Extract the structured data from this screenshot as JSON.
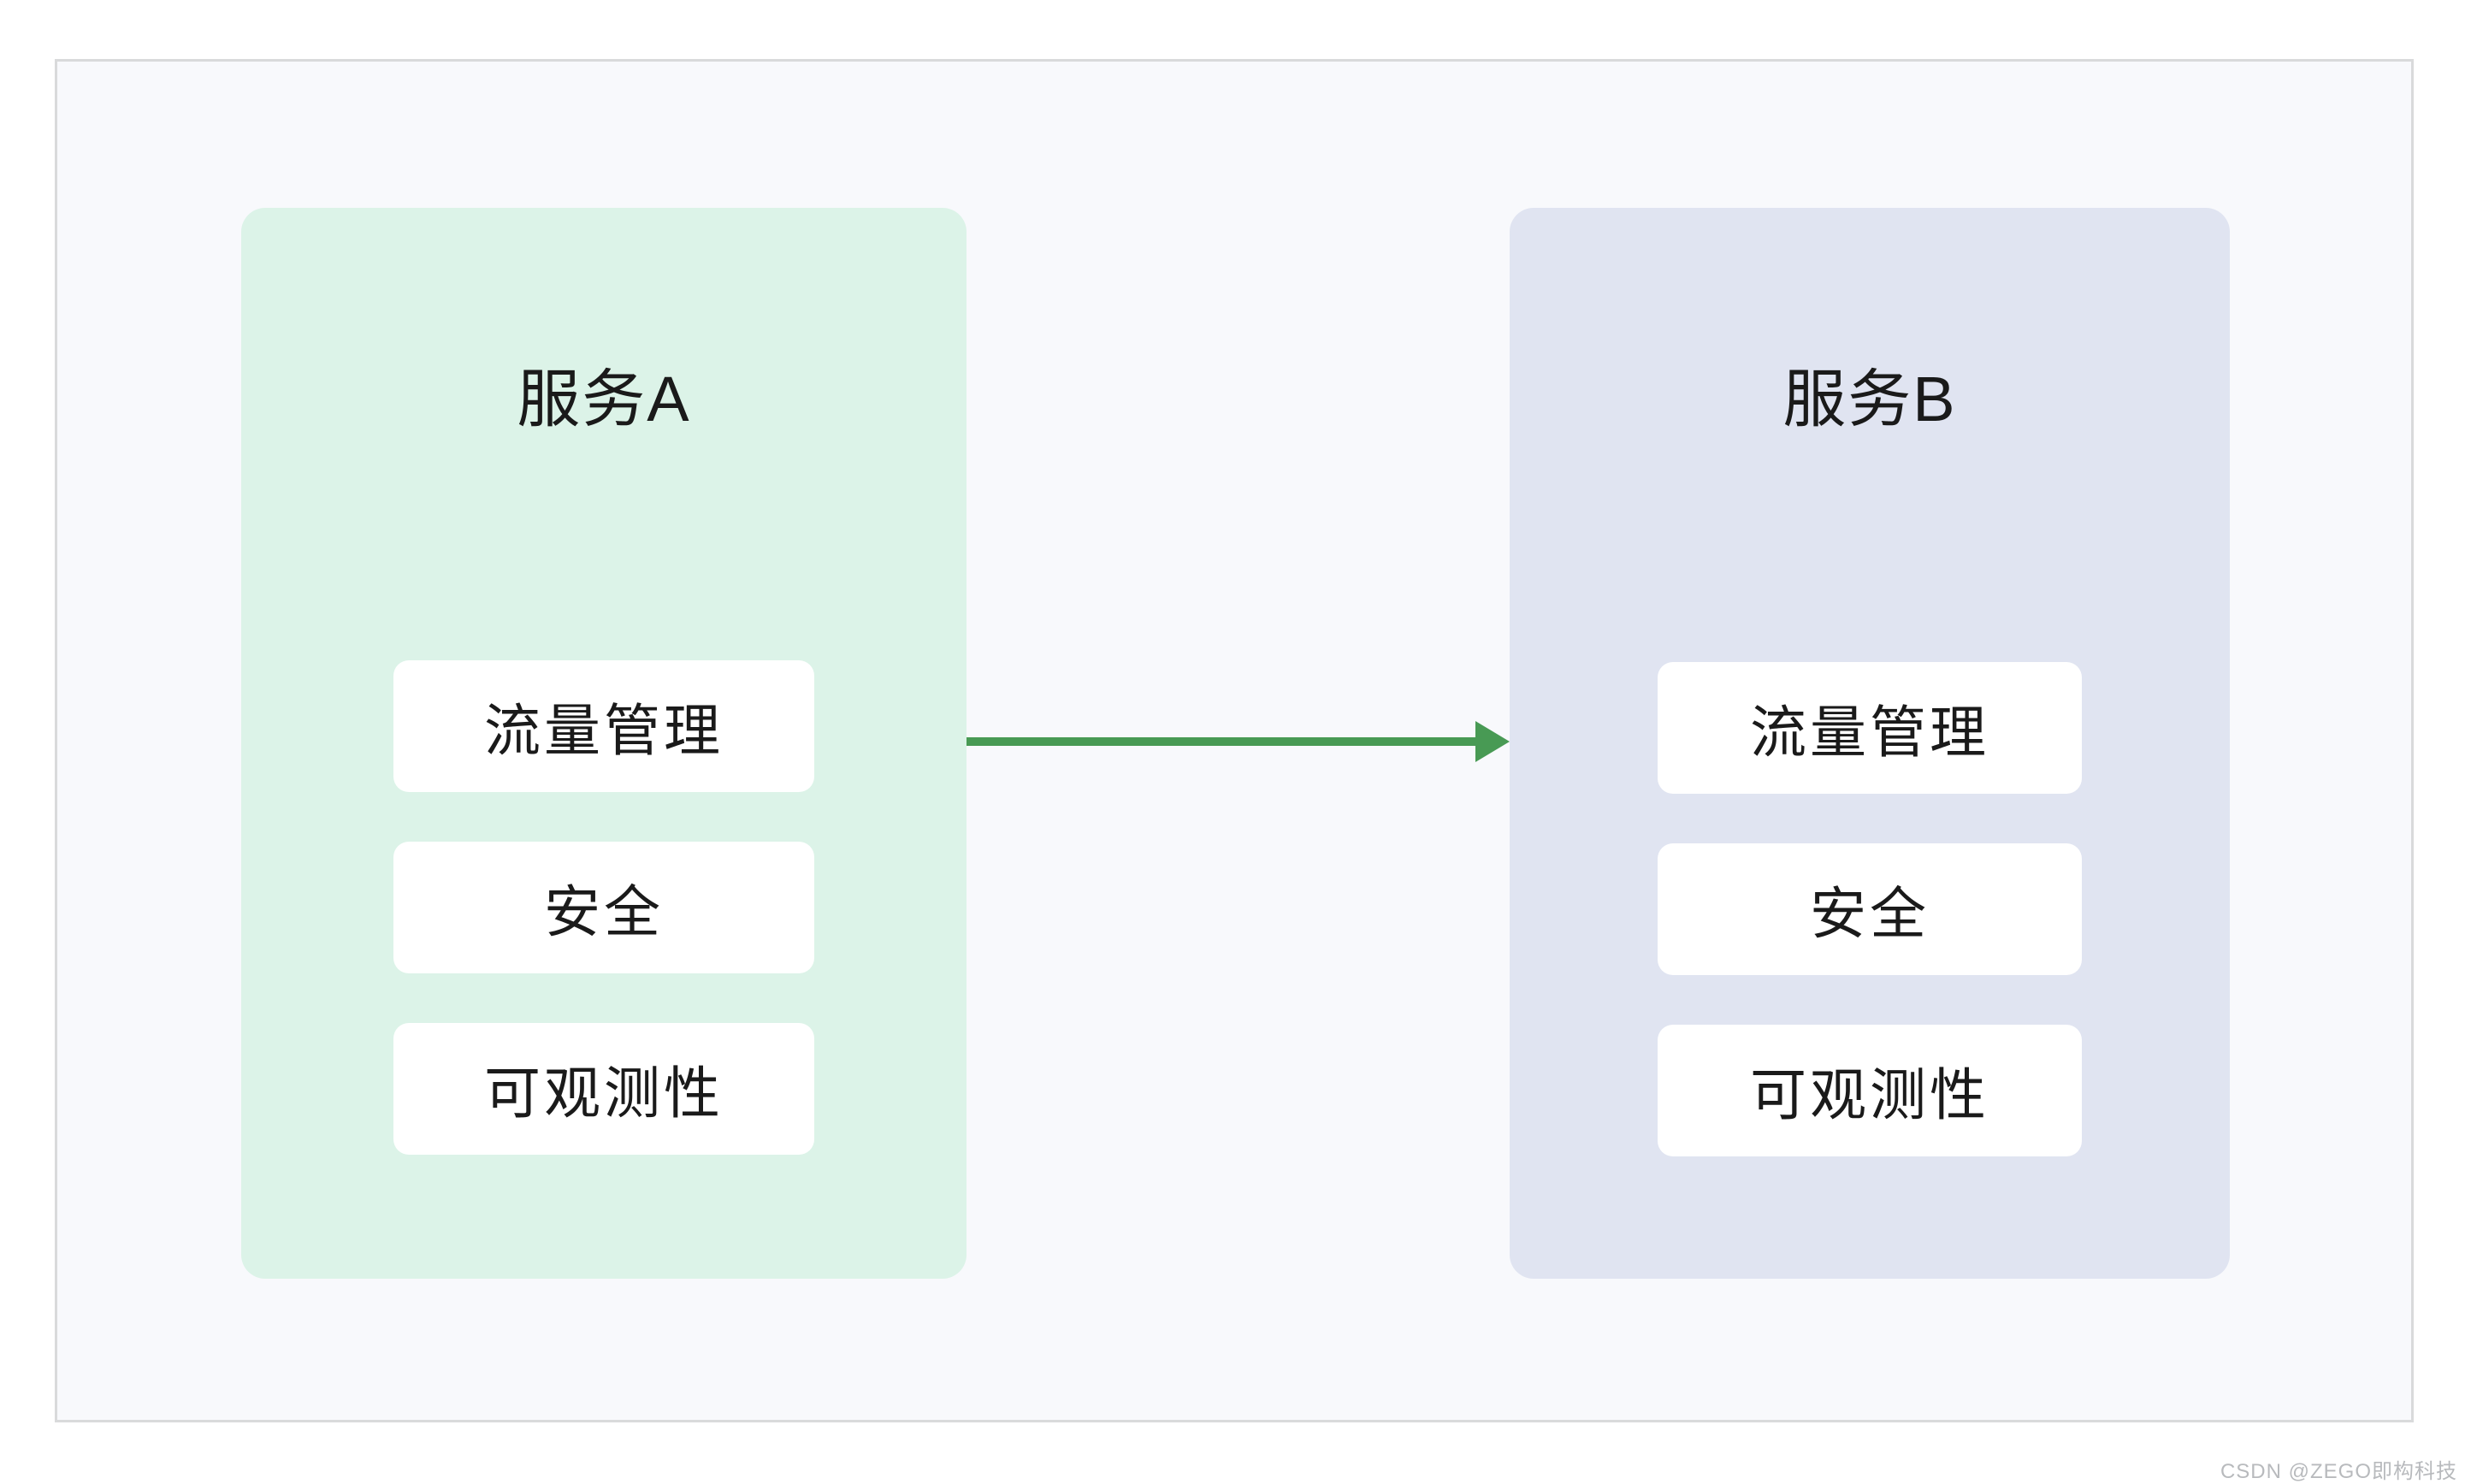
{
  "diagram": {
    "services": [
      {
        "id": "service-a",
        "title": "服务A",
        "items": [
          "流量管理",
          "安全",
          "可观测性"
        ]
      },
      {
        "id": "service-b",
        "title": "服务B",
        "items": [
          "流量管理",
          "安全",
          "可观测性"
        ]
      }
    ],
    "arrow": {
      "from": "服务A",
      "to": "服务B",
      "direction": "left-to-right"
    }
  },
  "watermark": "CSDN @ZEGO即构科技",
  "colors": {
    "canvas_bg": "#ffffff",
    "panel_bg": "#f8f9fc",
    "panel_border": "#d9dadb",
    "service_a_bg": "#dcf3e8",
    "service_b_bg": "#e0e4f1",
    "item_bg": "#ffffff",
    "arrow": "#489a54",
    "text": "#1a1a1a",
    "watermark": "#b8babd"
  }
}
